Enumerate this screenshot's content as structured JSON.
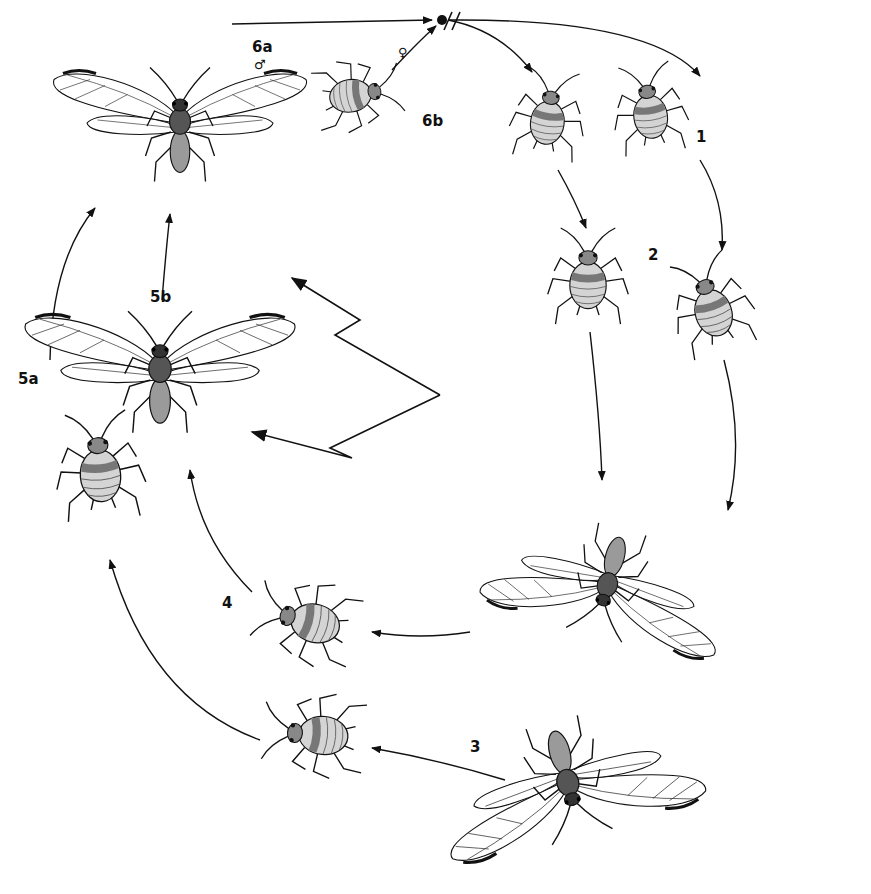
{
  "diagram": {
    "labels": [
      "6a",
      "♂",
      "6b",
      "♀",
      "1",
      "2",
      "3",
      "4",
      "5a",
      "5b"
    ]
  }
}
